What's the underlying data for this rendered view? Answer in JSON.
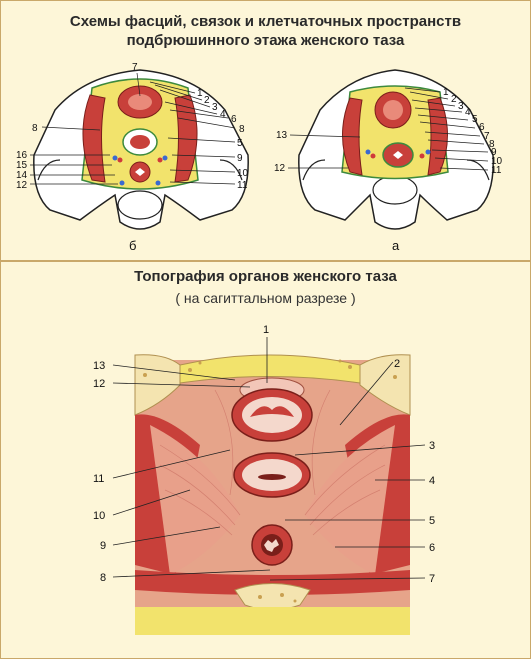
{
  "top_title_line1": "Схемы фасций, связок и клетчаточных пространств",
  "top_title_line2": "подбрюшинного этажа женского таза",
  "diagram_b_caption": "б",
  "diagram_a_caption": "а",
  "diagram_b_labels": [
    "7",
    "1",
    "2",
    "3",
    "4",
    "6",
    "8",
    "8",
    "5",
    "9",
    "10",
    "11",
    "16",
    "15",
    "14",
    "12"
  ],
  "diagram_a_labels": [
    "1",
    "2",
    "3",
    "4",
    "5",
    "6",
    "7",
    "8",
    "9",
    "10",
    "11",
    "13",
    "12"
  ],
  "bottom_title": "Топография органов женского таза",
  "bottom_subtitle": "( на сагиттальном разрезе )",
  "bottom_labels": [
    "1",
    "2",
    "3",
    "4",
    "5",
    "6",
    "7",
    "8",
    "9",
    "10",
    "11",
    "12",
    "13"
  ],
  "colors": {
    "background": "#fdf6d8",
    "muscle": "#c8403a",
    "fat": "#f2e36c",
    "bone": "#f4e4b0"
  }
}
